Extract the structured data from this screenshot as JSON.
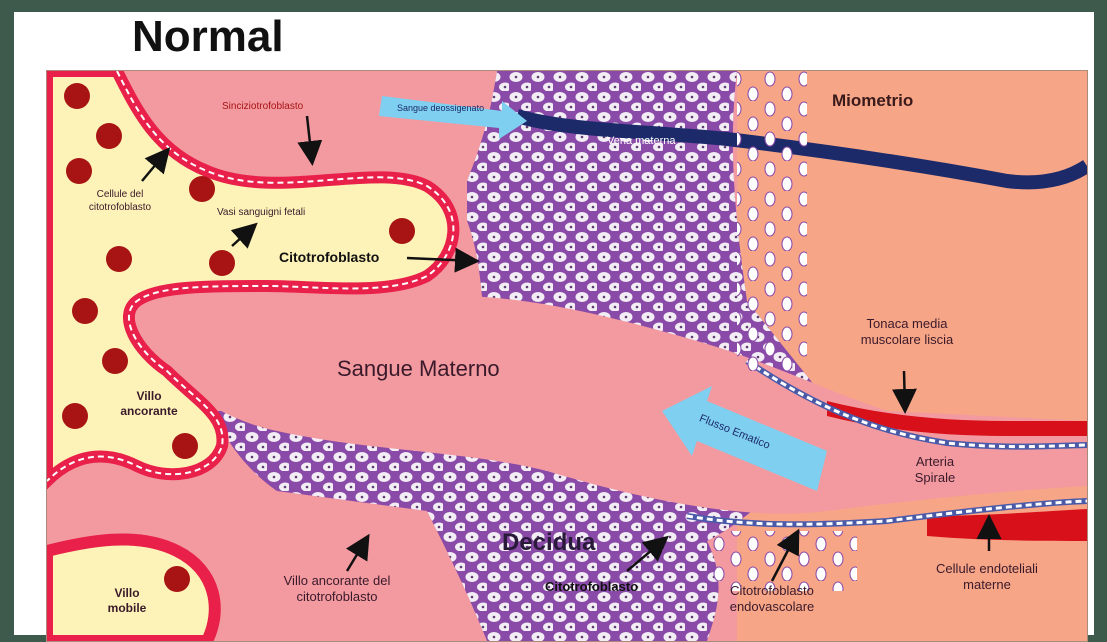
{
  "title": "Normal",
  "labels": {
    "sinciziotrofoblasto": "Sinciziotrofoblasto",
    "cellule_citotrofoblasto": "Cellule del citotrofoblasto",
    "vasi_sanguigni_fetali": "Vasi sanguigni fetali",
    "citotrofoblasto": "Citotrofoblasto",
    "sangue_deossigenato": "Sangue deossigenato",
    "vena_materna": "Vena materna",
    "miometrio": "Miometrio",
    "tonaca_media": "Tonaca media muscolare liscia",
    "sangue_materno": "Sangue Materno",
    "villo_ancorante": "Villo ancorante",
    "flusso_ematico": "Flusso Ematico",
    "arteria_spirale": "Arteria Spirale",
    "decidua": "Decidua",
    "citotrofoblasto_decidua": "Citotrofoblasto",
    "villo_ancorante_citotrofoblasto": "Villo ancorante del citotrofoblasto",
    "citotrofoblasto_endovascolare": "Citotrofoblasto endovascolare",
    "cellule_endoteliali": "Cellule endoteliali materne",
    "villo_mobile": "Villo mobile"
  },
  "colors": {
    "villus": "#fdf3b8",
    "maternal_blood": "#f29aa0",
    "syncytium": "#e8204a",
    "decidua": "#8a4aa8",
    "myometrium": "#f7a587",
    "vein": "#1c2a6a",
    "artery_muscle": "#d8101a",
    "flow_arrow": "#7fd0f0",
    "fetal_cell": "#a81414"
  }
}
